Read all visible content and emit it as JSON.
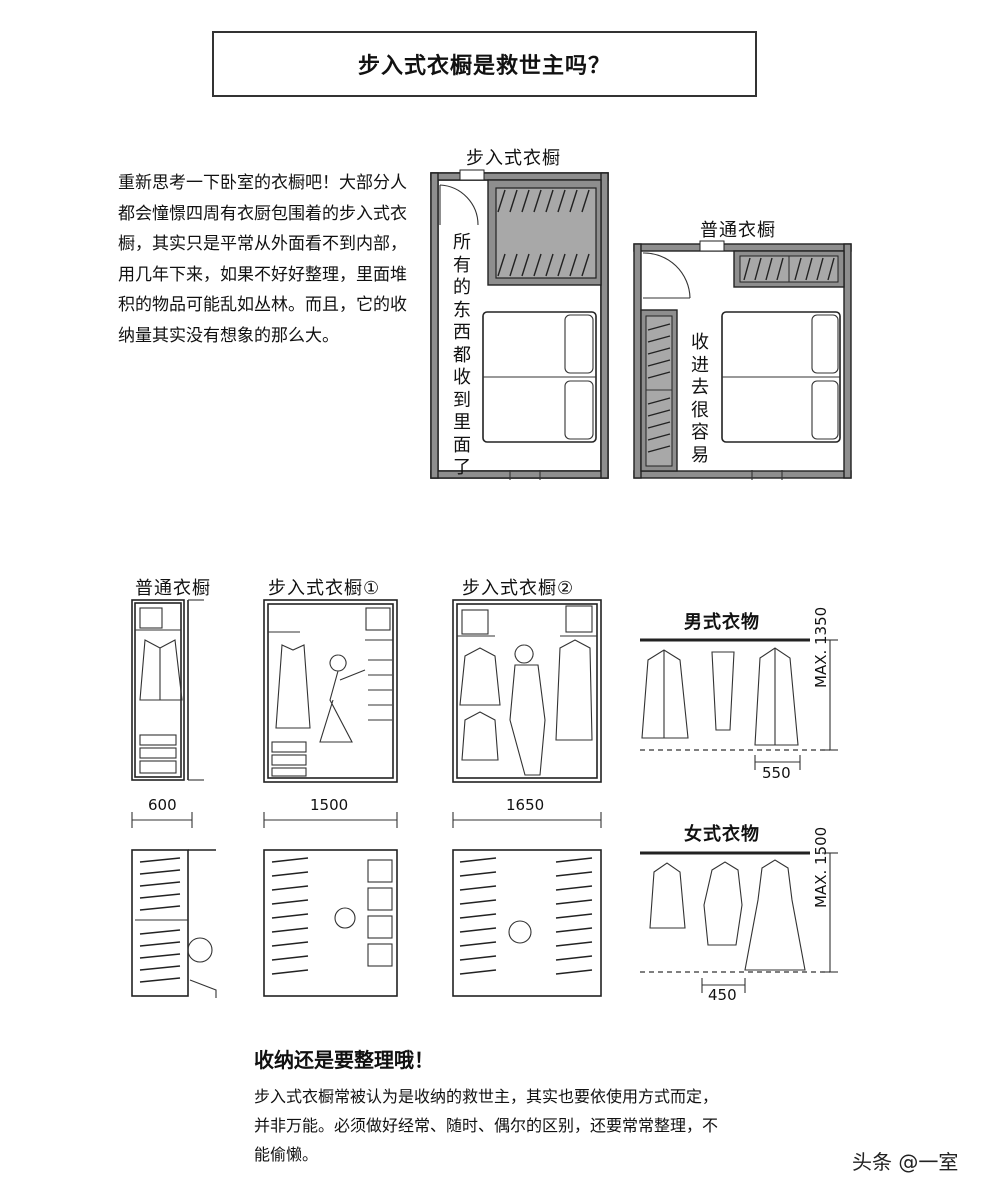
{
  "title": "步入式衣橱是救世主吗？",
  "intro": "重新思考一下卧室的衣橱吧！大部分人都会憧憬四周有衣厨包围着的步入式衣橱，其实只是平常从外面看不到内部，用几年下来，如果不好好整理，里面堆积的物品可能乱如丛林。而且，它的收纳量其实没有想象的那么大。",
  "plan": {
    "walkin_label": "步入式衣橱",
    "walkin_note": "所有的东西都收到里面了",
    "normal_label": "普通衣橱",
    "normal_note": "收进去很容易"
  },
  "types": {
    "normal": {
      "label": "普通衣橱",
      "width": "600"
    },
    "walkin1": {
      "label": "步入式衣橱①",
      "width": "1500"
    },
    "walkin2": {
      "label": "步入式衣橱②",
      "width": "1650"
    }
  },
  "clothes": {
    "men": {
      "label": "男式衣物",
      "height": "MAX. 1350",
      "width": "550"
    },
    "women": {
      "label": "女式衣物",
      "height": "MAX. 1500",
      "width": "450"
    }
  },
  "footer": {
    "heading": "收纳还是要整理哦！",
    "body": "步入式衣橱常被认为是收纳的救世主，其实也要依使用方式而定，并非万能。必须做好经常、随时、偶尔的区别，还要常常整理，不能偷懒。"
  },
  "watermark": "头条 @一室"
}
